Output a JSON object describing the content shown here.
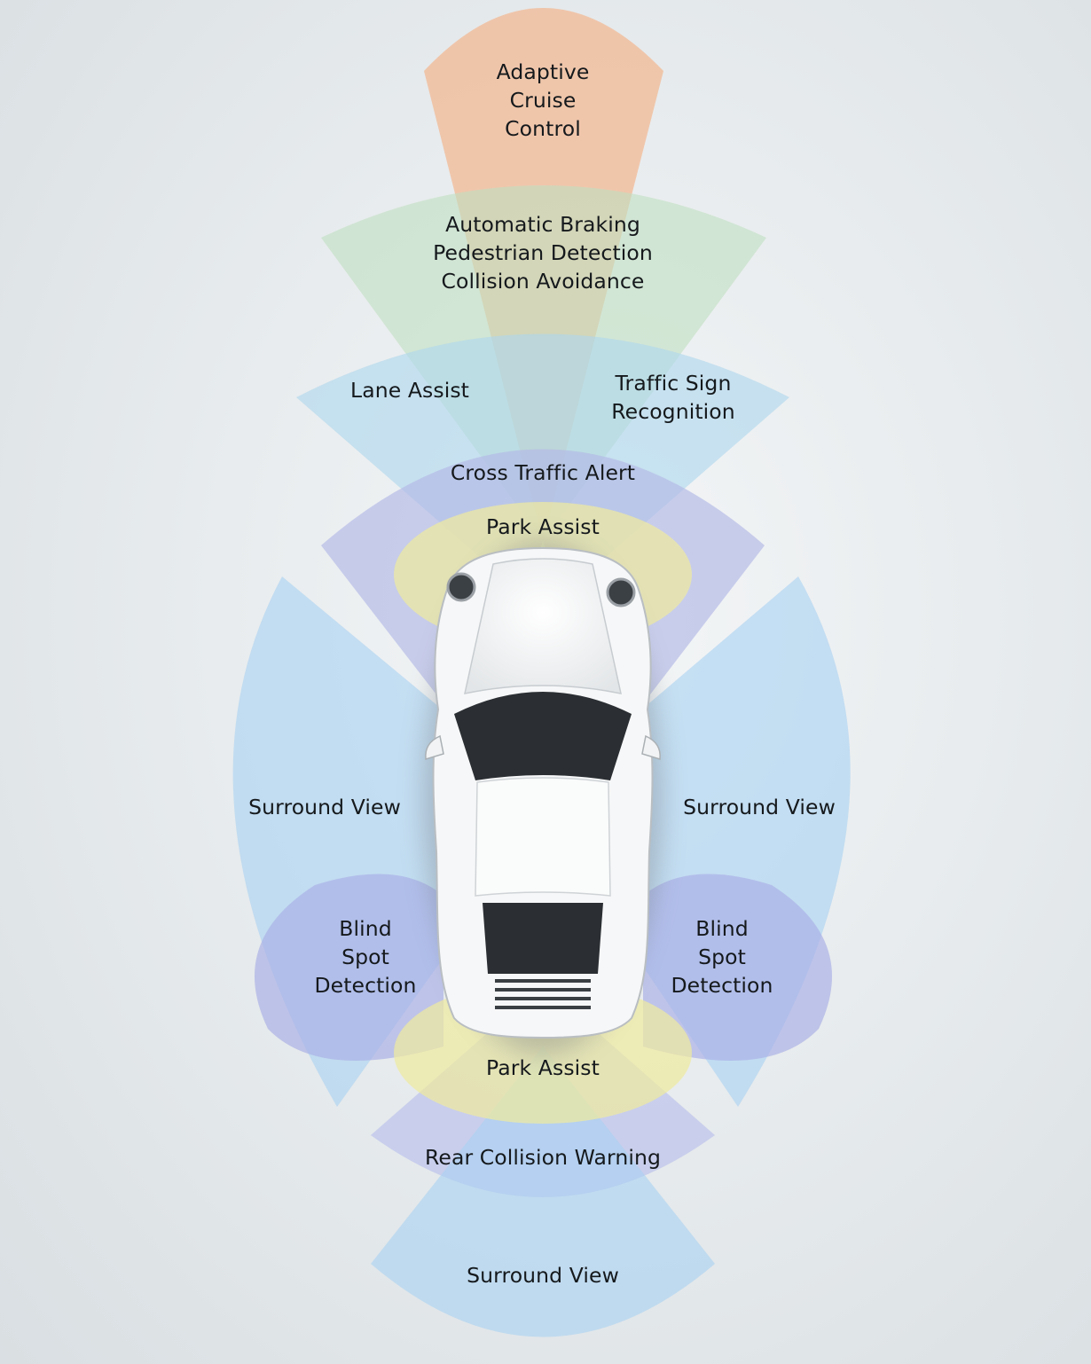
{
  "colors": {
    "adaptive_cruise": "#f3b48a",
    "automatic_braking": "#bfe0c2",
    "lane_sign": "#aed6ee",
    "cross_traffic": "#b4b9e6",
    "park_assist": "#eeeaa0",
    "surround_view": "#a9d2f2",
    "blind_spot": "#aab0e6",
    "rear_collision": "#b7bdec",
    "car_body": "#f6f7f8",
    "car_glass": "#2b2f33"
  },
  "zones": {
    "adaptive_cruise": "Adaptive\nCruise\nControl",
    "automatic_braking": "Automatic Braking\nPedestrian Detection\nCollision Avoidance",
    "lane_assist": "Lane Assist",
    "traffic_sign": "Traffic Sign\nRecognition",
    "cross_traffic": "Cross Traffic Alert",
    "park_assist_front": "Park Assist",
    "surround_view_left": "Surround View",
    "surround_view_right": "Surround View",
    "blind_spot_left": "Blind\nSpot\nDetection",
    "blind_spot_right": "Blind\nSpot\nDetection",
    "park_assist_rear": "Park Assist",
    "rear_collision": "Rear Collision Warning",
    "surround_view_rear": "Surround View"
  }
}
